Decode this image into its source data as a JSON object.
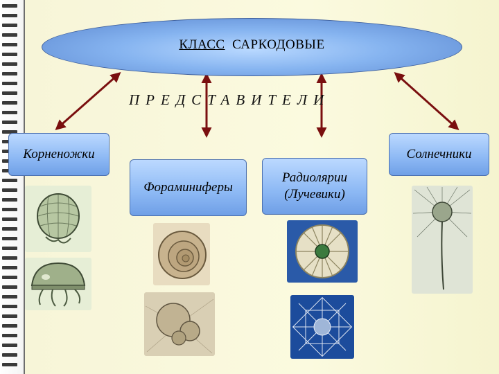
{
  "header": {
    "title_part1": "КЛАСС",
    "title_part2": "САРКОДОВЫЕ"
  },
  "subtitle": "ПРЕДСТАВИТЕЛИ",
  "categories": {
    "korn": "Корненожки",
    "for": "Фораминиферы",
    "rad_line1": "Радиолярии",
    "rad_line2": "(Лучевики)",
    "sol": "Солнечники"
  },
  "colors": {
    "arrow": "#7a0f0f",
    "box_fill": "#8cb8f4",
    "page_bg": "#f7f5d8"
  },
  "icons": {
    "spiral": "spiral-binding",
    "arrow": "double-headed-arrow"
  }
}
